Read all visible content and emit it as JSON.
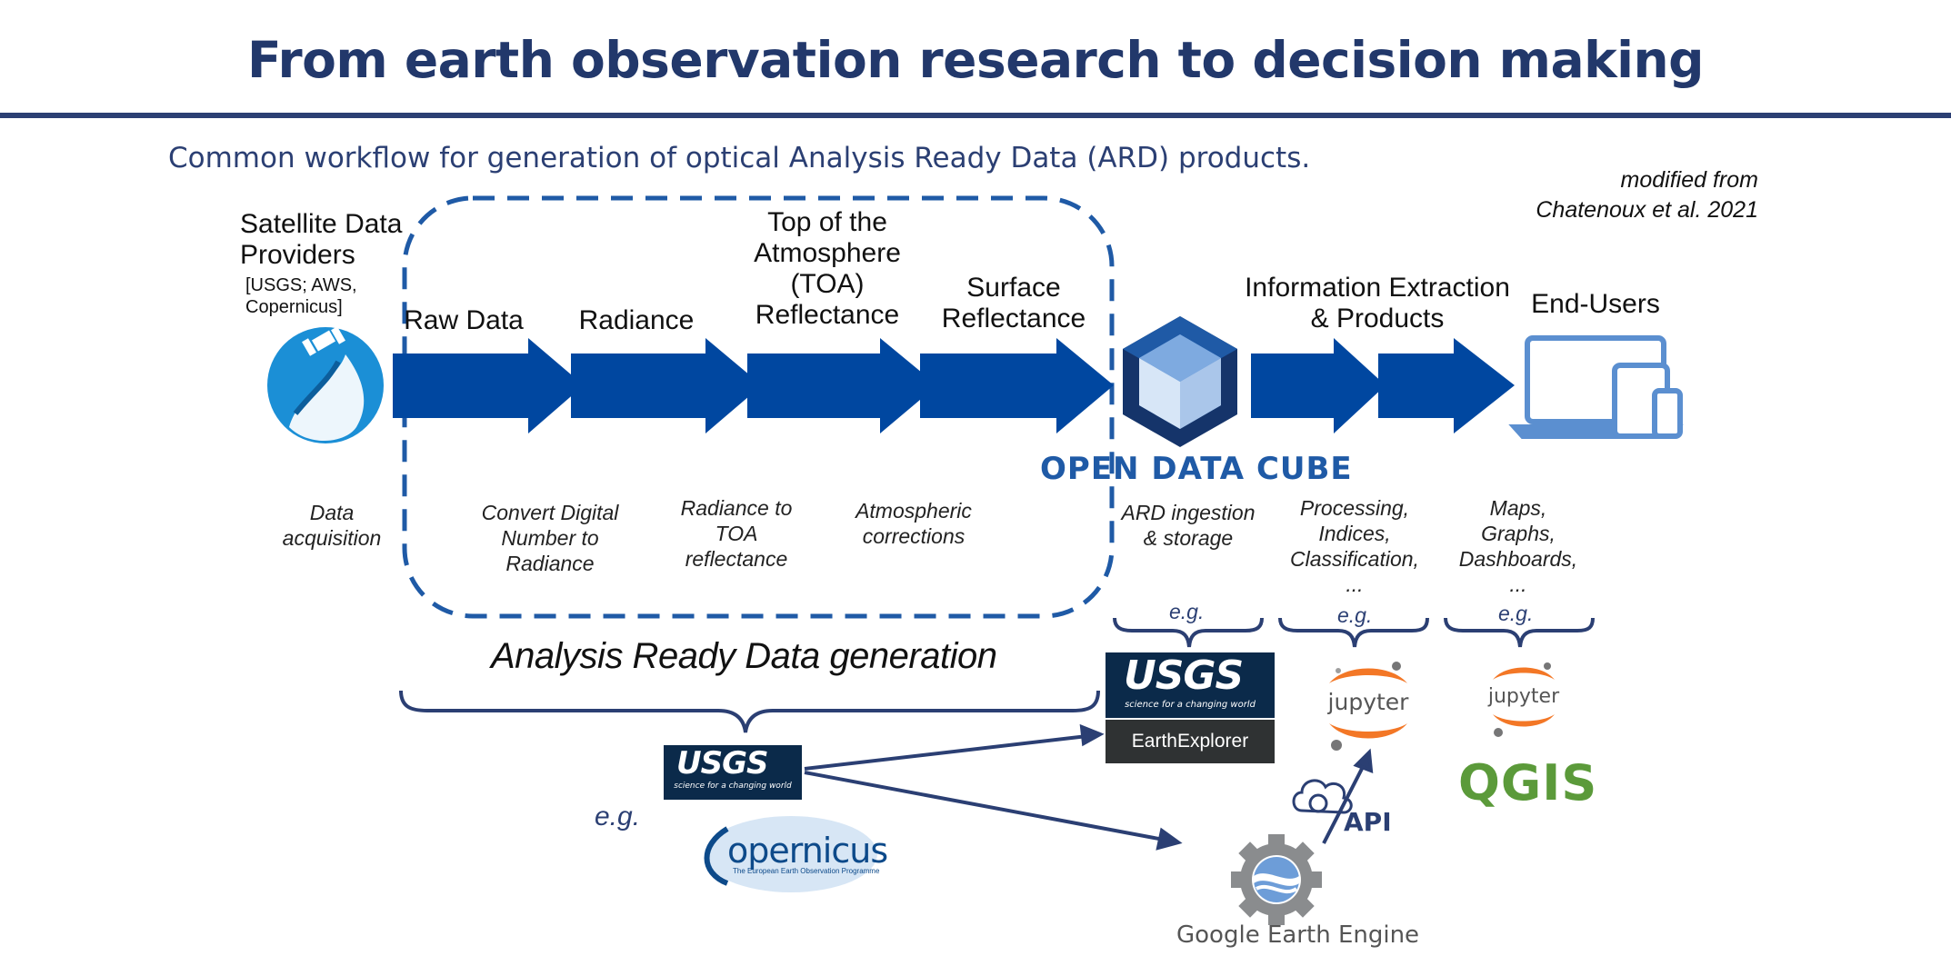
{
  "title": "From earth observation research to decision making",
  "subtitle": "Common workflow for generation of optical Analysis Ready Data (ARD) products.",
  "credit": {
    "line1": "modified from",
    "line2": "Chatenoux et al. 2021"
  },
  "providers": {
    "title_line1": "Satellite Data",
    "title_line2": "Providers",
    "sub_line1": "[USGS; AWS,",
    "sub_line2": "Copernicus]",
    "desc_line1": "Data",
    "desc_line2": "acquisition"
  },
  "stages": [
    {
      "lines": [
        "Raw Data"
      ],
      "desc": [
        "Convert Digital",
        "Number to",
        "Radiance"
      ]
    },
    {
      "lines": [
        "Radiance"
      ],
      "desc": [
        "Radiance to",
        "TOA",
        "reflectance"
      ]
    },
    {
      "lines": [
        "Top of the",
        "Atmosphere",
        "(TOA)",
        "Reflectance"
      ],
      "desc": [
        "Atmospheric",
        "corrections"
      ]
    },
    {
      "lines": [
        "Surface",
        "Reflectance"
      ],
      "desc": []
    }
  ],
  "odc": {
    "label": "OPEN DATA CUBE",
    "desc_line1": "ARD ingestion",
    "desc_line2": "& storage"
  },
  "info": {
    "line1": "Information Extraction",
    "line2": "& Products",
    "desc": [
      "Processing,",
      "Indices,",
      "Classification,",
      "..."
    ]
  },
  "endusers": {
    "label": "End-Users",
    "desc": [
      "Maps,",
      "Graphs,",
      "Dashboards,",
      "..."
    ]
  },
  "eg_label": "e.g.",
  "ard_label": "Analysis Ready Data generation",
  "logos": {
    "usgs_mark": "USGS",
    "usgs_tag": "science for a changing world",
    "earthexplorer": "EarthExplorer",
    "jupyter": "jupyter",
    "qgis": "QGIS",
    "api": "API",
    "gee": "Google Earth Engine",
    "copernicus": "opernicus",
    "copernicus_tag": "The European Earth Observation Programme"
  },
  "colors": {
    "arrow": "#0047a0",
    "navy": "#2b3f73",
    "title": "#22386b",
    "jupyter_orange": "#f37726",
    "qgis_green": "#5b9a3a"
  }
}
